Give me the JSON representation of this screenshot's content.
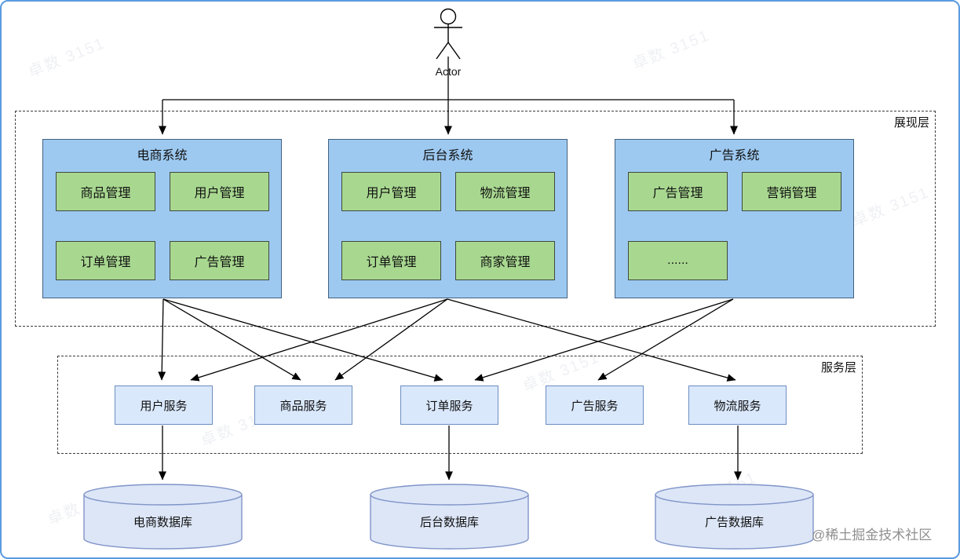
{
  "actor": {
    "label": "Actor"
  },
  "layers": {
    "presentation": {
      "label": "展现层"
    },
    "service": {
      "label": "服务层"
    }
  },
  "systems": [
    {
      "title": "电商系统",
      "modules": [
        "商品管理",
        "用户管理",
        "订单管理",
        "广告管理"
      ]
    },
    {
      "title": "后台系统",
      "modules": [
        "用户管理",
        "物流管理",
        "订单管理",
        "商家管理"
      ]
    },
    {
      "title": "广告系统",
      "modules": [
        "广告管理",
        "营销管理",
        "......"
      ]
    }
  ],
  "services": [
    "用户服务",
    "商品服务",
    "订单服务",
    "广告服务",
    "物流服务"
  ],
  "databases": [
    "电商数据库",
    "后台数据库",
    "广告数据库"
  ],
  "edges": {
    "actor_to": [
      "电商系统",
      "后台系统",
      "广告系统"
    ],
    "system_to_service": [
      [
        "电商系统",
        "用户服务"
      ],
      [
        "电商系统",
        "商品服务"
      ],
      [
        "电商系统",
        "订单服务"
      ],
      [
        "后台系统",
        "用户服务"
      ],
      [
        "后台系统",
        "商品服务"
      ],
      [
        "后台系统",
        "物流服务"
      ],
      [
        "广告系统",
        "订单服务"
      ],
      [
        "广告系统",
        "广告服务"
      ]
    ],
    "service_to_db": [
      [
        "用户服务",
        "电商数据库"
      ],
      [
        "订单服务",
        "后台数据库"
      ],
      [
        "物流服务",
        "广告数据库"
      ]
    ]
  },
  "colors": {
    "system_fill": "#9dc9f1",
    "system_border": "#44607e",
    "module_fill": "#a8d890",
    "module_border": "#3f4a3c",
    "service_fill": "#dae8fc",
    "service_border": "#6c8ebf",
    "db_fill": "#dce6f7",
    "db_border": "#8094c8",
    "frame_border": "#5a9be0",
    "line": "#000000"
  },
  "watermark": {
    "tile": "卓数 3151",
    "credit": "@稀土掘金技术社区"
  }
}
